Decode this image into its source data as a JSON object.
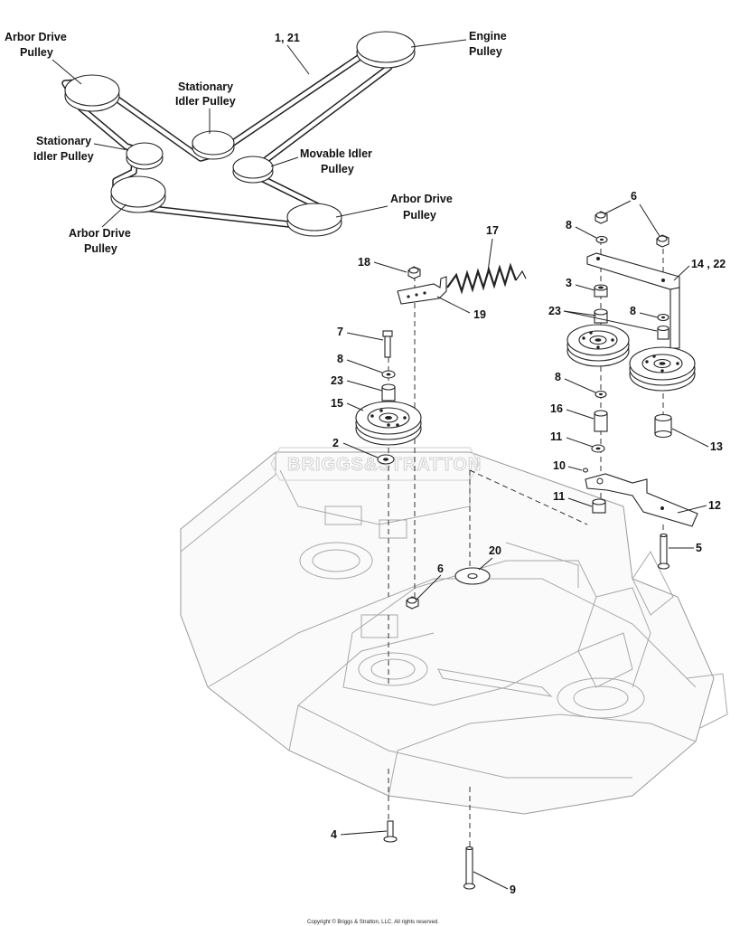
{
  "belt_labels": {
    "arbor_top_1": "Arbor Drive",
    "arbor_top_2": "Pulley",
    "belt_num": "1, 21",
    "engine_1": "Engine",
    "engine_2": "Pulley",
    "stat_mid_1": "Stationary",
    "stat_mid_2": "Idler Pulley",
    "stat_left_1": "Stationary",
    "stat_left_2": "Idler Pulley",
    "movable_1": "Movable Idler",
    "movable_2": "Pulley",
    "arbor_right_1": "Arbor Drive",
    "arbor_right_2": "Pulley",
    "arbor_bottom_1": "Arbor Drive",
    "arbor_bottom_2": "Pulley"
  },
  "callouts": {
    "n17": "17",
    "n18": "18",
    "n19": "19",
    "n7": "7",
    "n8a": "8",
    "n23a": "23",
    "n15": "15",
    "n2": "2",
    "n20": "20",
    "n6a": "6",
    "n4": "4",
    "n9": "9",
    "n6b": "6",
    "n8b": "8",
    "n1422": "14 , 22",
    "n3": "3",
    "n23b": "23",
    "n8c": "8",
    "n8d": "8",
    "n16": "16",
    "n11a": "11",
    "n10": "10",
    "n11b": "11",
    "n12": "12",
    "n13": "13",
    "n5": "5"
  },
  "watermark": "BRIGGS&STRATTON",
  "copyright": "Copyright © Briggs & Stratton, LLC. All rights reserved."
}
